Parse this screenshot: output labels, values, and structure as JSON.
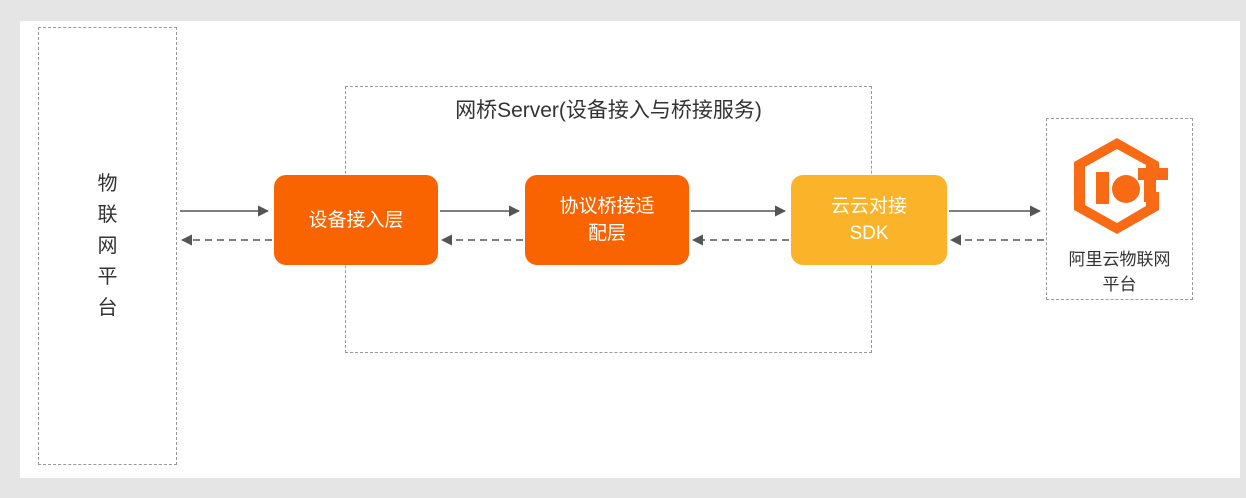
{
  "diagram": {
    "title_semantic": "IoT bridge server architecture",
    "colors": {
      "page_background": "#e5e5e5",
      "sheet_background": "#ffffff",
      "dashed_border": "#9a9a9a",
      "box_orange": "#fa6400",
      "box_amber": "#fbb429",
      "arrow": "#555555",
      "text_dark": "#333333",
      "text_light": "#ffffff",
      "logo_orange": "#f96a14"
    },
    "left_platform": {
      "name": "物联网平台",
      "chars": [
        "物",
        "联",
        "网",
        "平",
        "台"
      ]
    },
    "bridge_server": {
      "title": "网桥Server(设备接入与桥接服务)",
      "boxes": [
        {
          "id": "device-access",
          "label_lines": [
            "设备接入层"
          ],
          "color": "#fa6400"
        },
        {
          "id": "protocol-adapter",
          "label_lines": [
            "协议桥接适",
            "配层"
          ],
          "color": "#fa6400"
        },
        {
          "id": "cloud-sdk",
          "label_lines": [
            "云云对接",
            "SDK"
          ],
          "color": "#fbb429"
        }
      ]
    },
    "iot_platform": {
      "logo_name": "alibaba-cloud-iot-logo",
      "label_lines": [
        "阿里云物联网",
        "平台"
      ]
    },
    "connections": [
      {
        "from": "left-platform",
        "to": "device-access",
        "style": "solid",
        "direction": "right"
      },
      {
        "from": "device-access",
        "to": "left-platform",
        "style": "dashed",
        "direction": "left"
      },
      {
        "from": "device-access",
        "to": "protocol-adapter",
        "style": "solid",
        "direction": "right"
      },
      {
        "from": "protocol-adapter",
        "to": "device-access",
        "style": "dashed",
        "direction": "left"
      },
      {
        "from": "protocol-adapter",
        "to": "cloud-sdk",
        "style": "solid",
        "direction": "right"
      },
      {
        "from": "cloud-sdk",
        "to": "protocol-adapter",
        "style": "dashed",
        "direction": "left"
      },
      {
        "from": "cloud-sdk",
        "to": "iot-platform",
        "style": "solid",
        "direction": "right"
      },
      {
        "from": "iot-platform",
        "to": "cloud-sdk",
        "style": "dashed",
        "direction": "left"
      }
    ]
  }
}
